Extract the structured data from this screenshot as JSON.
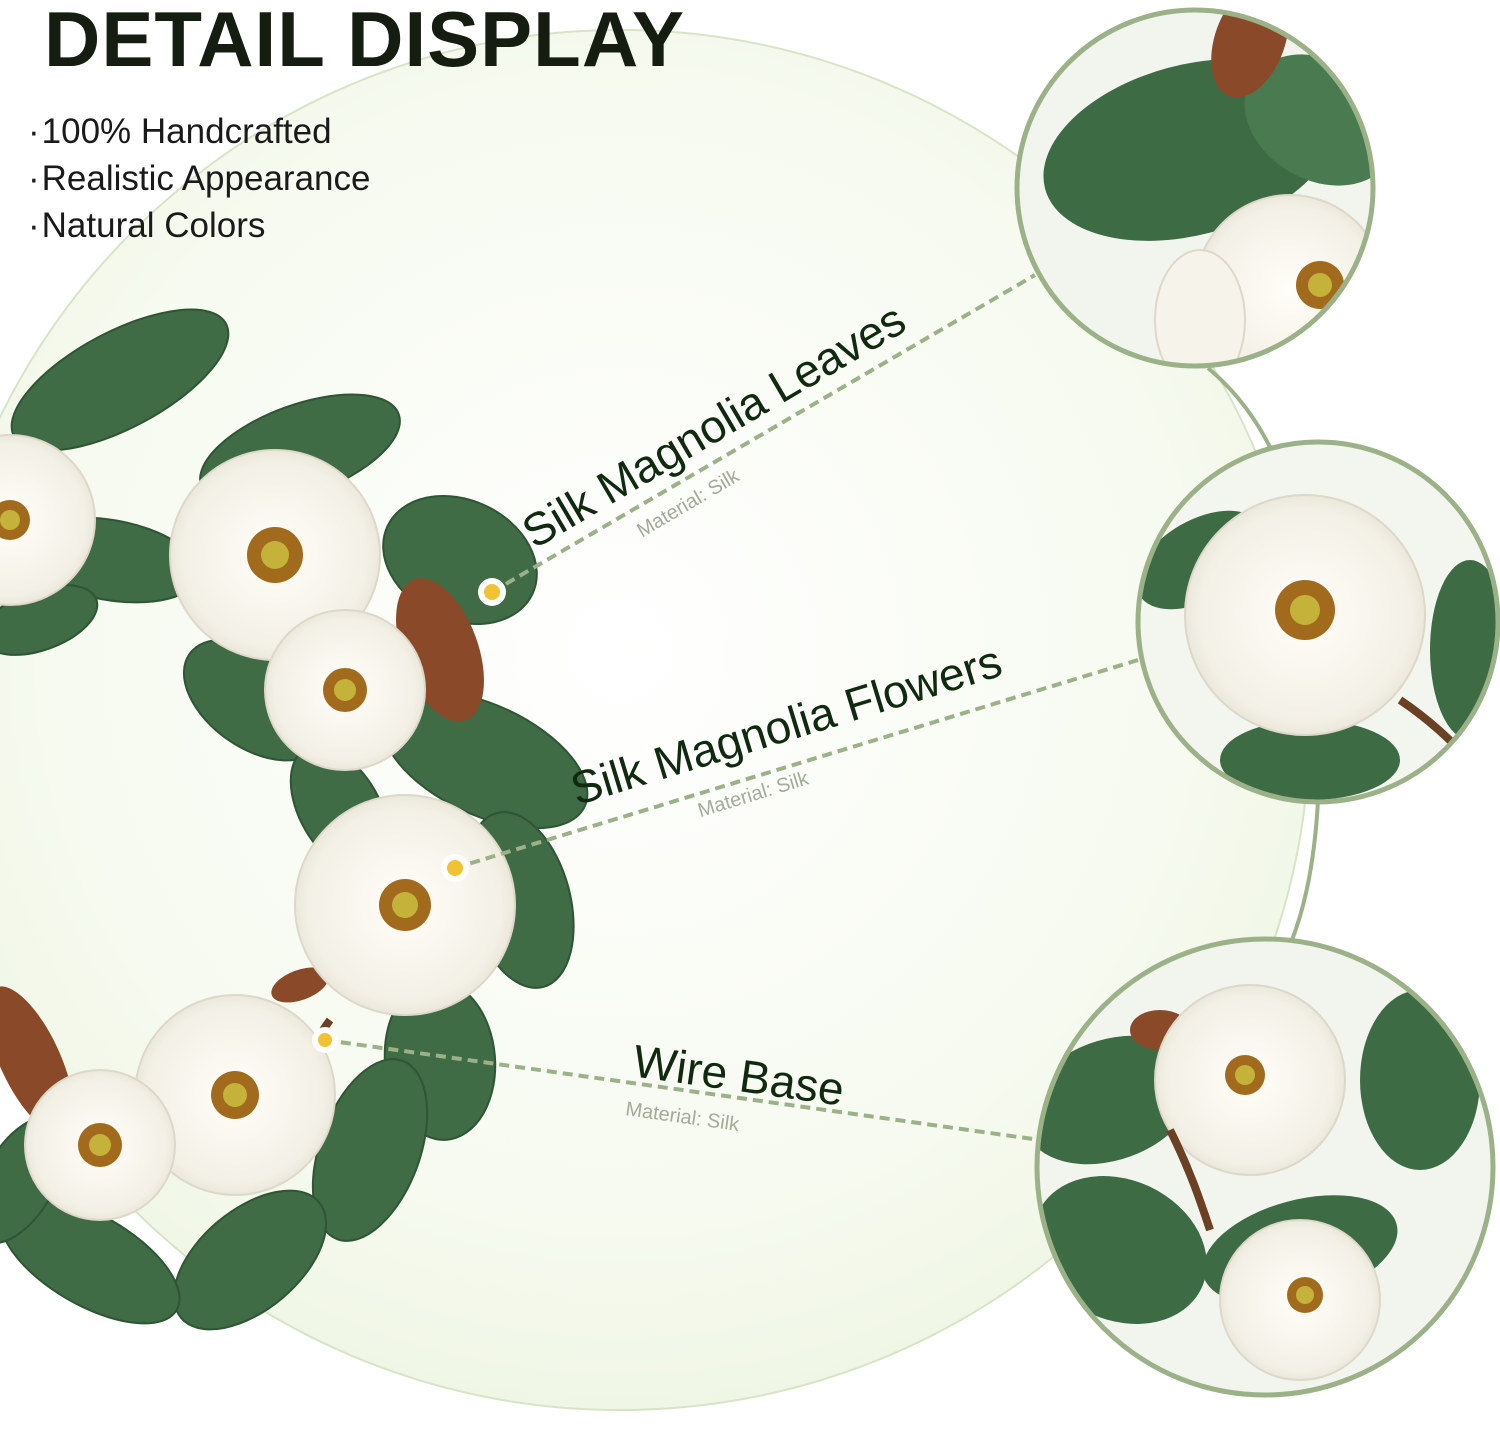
{
  "title": "DETAIL DISPLAY",
  "features": [
    "100% Handcrafted",
    "Realistic Appearance",
    "Natural Colors"
  ],
  "callouts": [
    {
      "name": "Silk Magnolia Leaves",
      "material": "Material: Silk"
    },
    {
      "name": "Silk Magnolia Flowers",
      "material": "Material: Silk"
    },
    {
      "name": "Wire Base",
      "material": "Material: Silk"
    }
  ],
  "colors": {
    "accent_green": "#9bb187",
    "leaf_green": "#3f6b45",
    "flower_white": "#f7f5ee",
    "dot_yellow": "#f1c232"
  }
}
